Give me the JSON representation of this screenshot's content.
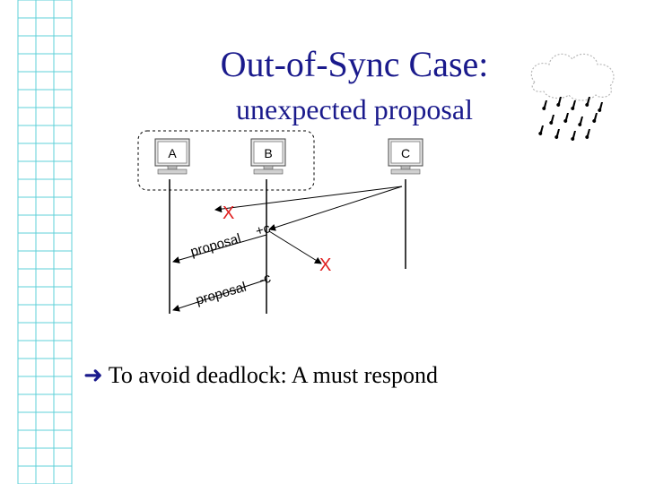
{
  "slide": {
    "title": "Out-of-Sync Case:",
    "subtitle": "unexpected proposal",
    "note": {
      "icon": "right-arrow-icon",
      "text": "To avoid deadlock: A must respond"
    }
  },
  "diagram": {
    "nodes": [
      {
        "id": "A",
        "label": "A"
      },
      {
        "id": "B",
        "label": "B"
      },
      {
        "id": "C",
        "label": "C"
      }
    ],
    "messages": [
      {
        "label": "proposal",
        "suffix": "+c"
      },
      {
        "label": "proposal",
        "suffix": "-c"
      }
    ],
    "drop_mark": "X"
  },
  "colors": {
    "title": "#1a1a8c",
    "grid": "#5fd0d9",
    "drop": "#e02020",
    "line": "#000000"
  }
}
